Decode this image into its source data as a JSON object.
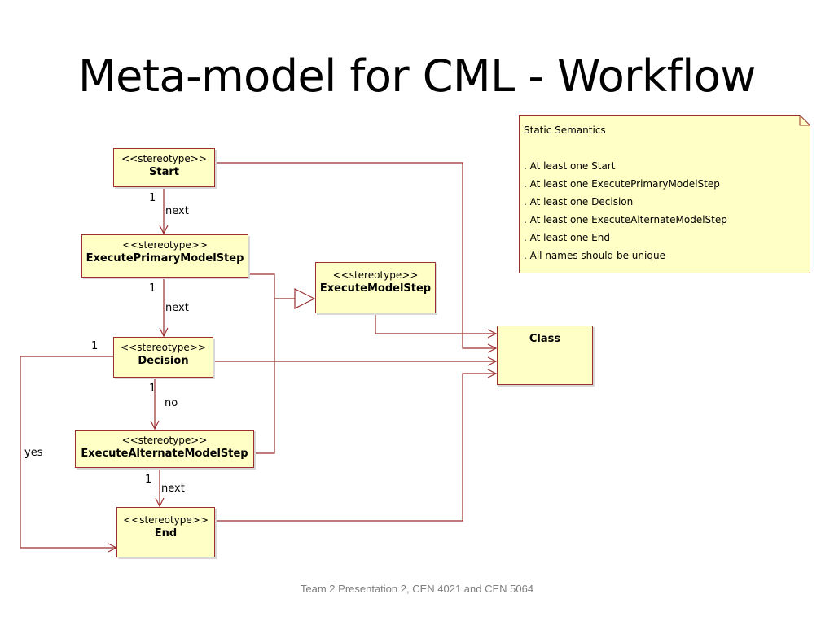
{
  "title": "Meta-model for CML - Workflow",
  "boxes": {
    "start": {
      "stereotype": "<<stereotype>>",
      "name": "Start"
    },
    "primary": {
      "stereotype": "<<stereotype>>",
      "name": "ExecutePrimaryModelStep"
    },
    "model": {
      "stereotype": "<<stereotype>>",
      "name": "ExecuteModelStep"
    },
    "decision": {
      "stereotype": "<<stereotype>>",
      "name": "Decision"
    },
    "alternate": {
      "stereotype": "<<stereotype>>",
      "name": "ExecuteAlternateModelStep"
    },
    "end": {
      "stereotype": "<<stereotype>>",
      "name": "End"
    },
    "class": {
      "name": "Class"
    }
  },
  "note": {
    "title": "Static Semantics",
    "items": [
      ". At least one Start",
      ". At least one ExecutePrimaryModelStep",
      ". At least one Decision",
      ". At least one ExecuteAlternateModelStep",
      ". At least one End",
      ". All names should be unique"
    ]
  },
  "labels": {
    "start_mult": "1",
    "start_next": "next",
    "primary_mult": "1",
    "primary_next": "next",
    "decision_yes_mult": "1",
    "decision_no_mult": "1",
    "no": "no",
    "yes": "yes",
    "alternate_mult": "1",
    "alternate_next": "next"
  },
  "footer": "Team 2 Presentation 2, CEN 4021 and CEN 5064",
  "colors": {
    "box_fill": "#ffffc6",
    "box_border": "#9b2f2f",
    "line": "#9b2f2f"
  }
}
